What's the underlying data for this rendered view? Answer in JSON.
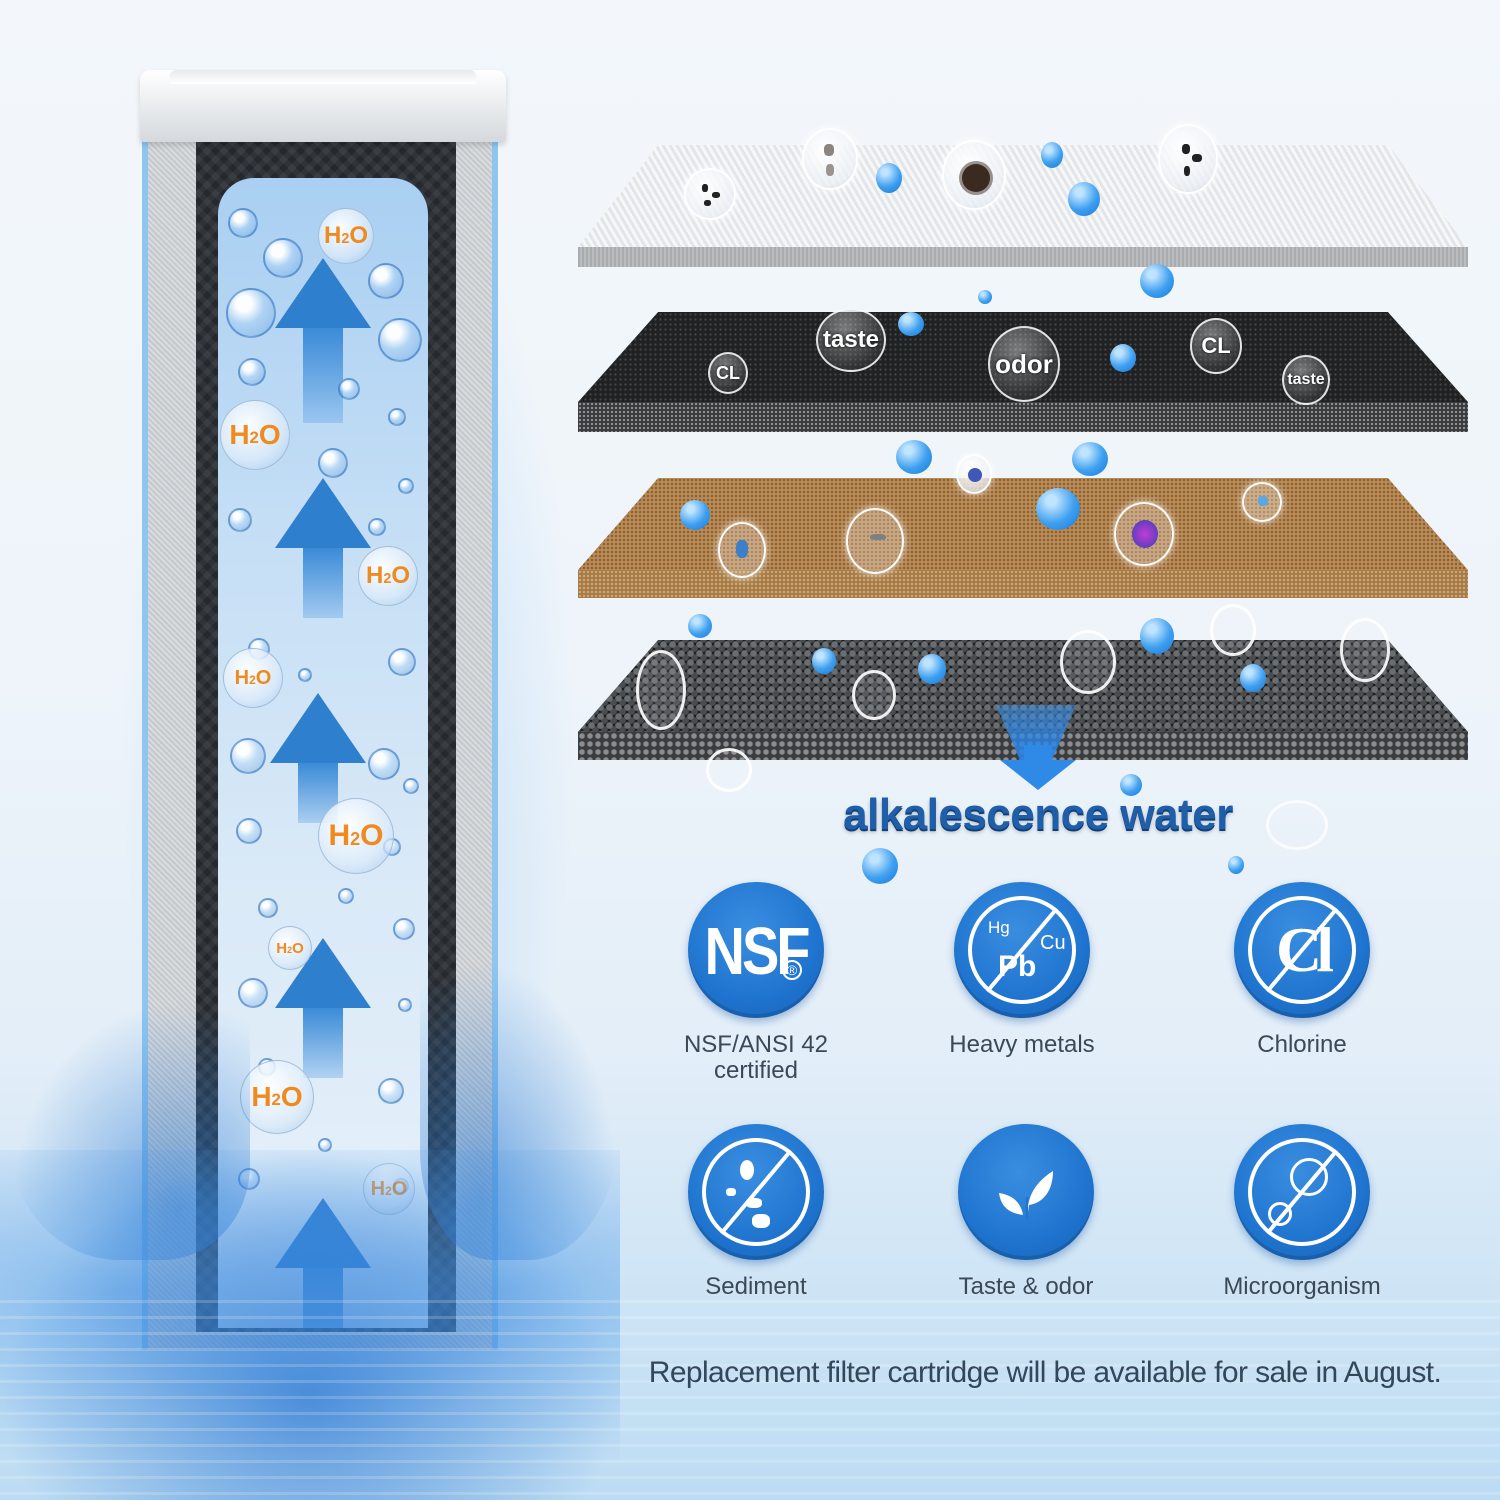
{
  "cartridge": {
    "h2o_labels": [
      {
        "text": "H",
        "sub": "2",
        "tail": "O"
      },
      {
        "text": "H",
        "sub": "2",
        "tail": "O"
      },
      {
        "text": "H",
        "sub": "2",
        "tail": "O"
      },
      {
        "text": "H",
        "sub": "2",
        "tail": "O"
      },
      {
        "text": "H",
        "sub": "2",
        "tail": "O"
      },
      {
        "text": "H",
        "sub": "2",
        "tail": "O"
      },
      {
        "text": "H",
        "sub": "2",
        "tail": "O"
      },
      {
        "text": "H",
        "sub": "2",
        "tail": "O"
      }
    ],
    "flow_direction": "up"
  },
  "layers": [
    {
      "name": "sediment-layer",
      "material": "white non-woven fabric",
      "color": "#eceff1"
    },
    {
      "name": "carbon-fabric-layer",
      "material": "activated carbon fabric",
      "color": "#1f2123",
      "bubbles": [
        "CL",
        "taste",
        "odor",
        "CL",
        "taste"
      ]
    },
    {
      "name": "sand-layer",
      "material": "mineral sand",
      "color": "#b98a55"
    },
    {
      "name": "granular-carbon-layer",
      "material": "granular activated carbon",
      "color": "#1c1e20"
    }
  ],
  "headline": "alkalescence water",
  "features": [
    {
      "id": "nsf",
      "icon": "nsf-certified-icon",
      "icon_text": "NSF",
      "icon_mark": "®",
      "label_line1": "NSF/ANSI 42",
      "label_line2": "certified"
    },
    {
      "id": "metals",
      "icon": "heavy-metals-icon",
      "elements": [
        "Hg",
        "Cu",
        "Pb"
      ],
      "label_line1": "Heavy metals",
      "label_line2": ""
    },
    {
      "id": "chlorine",
      "icon": "chlorine-icon",
      "icon_text": "Cl",
      "label_line1": "Chlorine",
      "label_line2": ""
    },
    {
      "id": "sediment",
      "icon": "sediment-icon",
      "label_line1": "Sediment",
      "label_line2": ""
    },
    {
      "id": "taste",
      "icon": "leaf-icon",
      "label_line1": "Taste & odor",
      "label_line2": ""
    },
    {
      "id": "micro",
      "icon": "microorganism-icon",
      "label_line1": "Microorganism",
      "label_line2": ""
    }
  ],
  "footer": "Replacement filter cartridge will be available for sale in August.",
  "colors": {
    "icon_blue": "#1f74cf",
    "headline_blue": "#1f5ea8",
    "h2o_orange": "#ef8a1f",
    "label_gray": "#3b4956"
  }
}
